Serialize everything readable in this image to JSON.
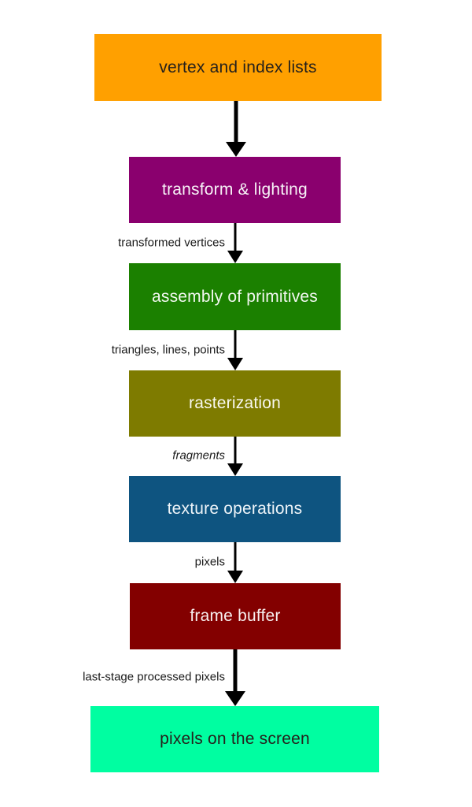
{
  "diagram": {
    "background": "#ffffff",
    "arrow_color": "#000000",
    "edge_label_color": "#1a1a1a",
    "stages": [
      {
        "label": "vertex and index lists",
        "bg": "#ffa000",
        "fg": "#26211c"
      },
      {
        "label": "transform & lighting",
        "bg": "#8a006e",
        "fg": "#f7f2f6"
      },
      {
        "label": "assembly of primitives",
        "bg": "#1b8000",
        "fg": "#f3f8f1"
      },
      {
        "label": "rasterization",
        "bg": "#7e7b00",
        "fg": "#f8f8ef"
      },
      {
        "label": "texture operations",
        "bg": "#0e5480",
        "fg": "#eff5f9"
      },
      {
        "label": "frame buffer",
        "bg": "#830000",
        "fg": "#f8efef"
      },
      {
        "label": "pixels on the screen",
        "bg": "#00fea1",
        "fg": "#26211c"
      }
    ],
    "edge_labels": [
      {
        "text": "transformed vertices"
      },
      {
        "text": "triangles, lines, points"
      },
      {
        "text": "fragments"
      },
      {
        "text": "pixels"
      },
      {
        "text": "last-stage processed pixels"
      }
    ]
  }
}
